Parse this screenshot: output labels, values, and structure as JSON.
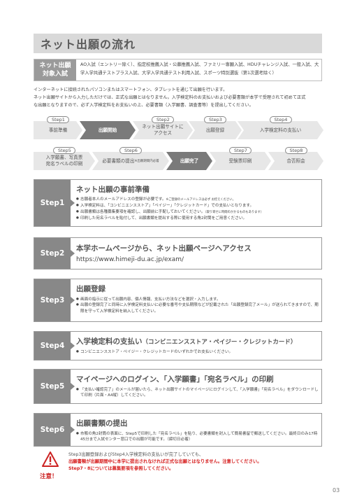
{
  "title": "ネット出願の流れ",
  "target": {
    "label_lines": [
      "ネット出願",
      "対象入試"
    ],
    "text": "AO入試（エントリー除く）、指定校推薦入試・公募推薦入試、ファミリー専願入試、HDUチャレンジ入試、一般入試、大学入学共通テストプラス入試、大学入学共通テスト利用入試、スポーツ特別選抜（第1次選考除く）"
  },
  "intro_lines": [
    "インターネットに接続されたパソコンまたはスマートフォン、タブレットを通じて出願を行います。",
    "ネット出願サイトから入力しただけでは、正式な出願とはなりません。入学検定料のお支払いおよび必要書類が本学で受理されて初めて正式",
    "な出願となりますので、必ず入学検定料をお支払いの上、必要書類（入学願書、調査書等）を提出してください。"
  ],
  "flow": {
    "row1": [
      {
        "step": "Step1",
        "label": "事前準備",
        "active": false
      },
      {
        "step": "",
        "label": "出願開始",
        "active": true
      },
      {
        "step": "Step2",
        "label": "ネット出願サイトに\nアクセス",
        "active": false
      },
      {
        "step": "Step3",
        "label": "出願登録",
        "active": false
      },
      {
        "step": "Step4",
        "label": "入学検定料の支払い",
        "active": false
      }
    ],
    "row2": [
      {
        "step": "Step5",
        "label": "入学願書、写真票\n宛名ラベルの印刷",
        "sub": "",
        "active": false
      },
      {
        "step": "Step6",
        "label": "必要書類の提出",
        "sub": "※出願期間内必着",
        "active": false
      },
      {
        "step": "",
        "label": "出願完了",
        "sub": "",
        "active": true
      },
      {
        "step": "Step7",
        "label": "受験票印刷",
        "sub": "",
        "active": false
      },
      {
        "step": "Step8",
        "label": "合否照会",
        "sub": "",
        "active": false
      }
    ]
  },
  "steps": [
    {
      "tab": "Step1",
      "title": "ネット出願の事前準備",
      "items": [
        {
          "text": "志願者本人のメールアドレスの登録が必要です。",
          "note": "※ご登録のメールアドレスは必ず お控えください。"
        },
        {
          "text": "入学検定料は、「コンビニエンスストア」「ペイジー」「クレジットカード」での支払いとなります。",
          "note": ""
        },
        {
          "text": "出願書類は各種募集要項を確認し、出願前に手配しておいてください。",
          "note": "（取り寄せに時間のかかるものもあります）"
        },
        {
          "text": "印刷した宛名ラベルを貼付して、出願書類を提出する際に使用する角2封筒をご用意ください。",
          "note": ""
        }
      ]
    },
    {
      "tab": "Step2",
      "title": "本学ホームページから、ネット出願ページへアクセス",
      "url": "https://www.himeji-du.ac.jp/exam/"
    },
    {
      "tab": "Step3",
      "title": "出願登録",
      "items": [
        {
          "text": "画面の指示に従って出願内容、個人情報、支払い方法などを選択・入力します。",
          "note": ""
        },
        {
          "text": "出願の登録完了と同時に入学検定料支払いに必要な番号や支払期限などが記載された「出願登録完了メール」が送られてきますので、期限を守って入学検定料を納入してください。",
          "note": ""
        }
      ]
    },
    {
      "tab": "Step4",
      "title": "入学検定料の支払い",
      "title_paren": "（コンビニエンスストア・ペイジー・クレジットカード）",
      "items": [
        {
          "text": "コンビニエンスストア・ペイジー・クレジットカードのいずれかでお支払いください。",
          "note": ""
        }
      ]
    },
    {
      "tab": "Step5",
      "title": "マイページへのログイン、「入学願書」「宛名ラベル」の印刷",
      "items": [
        {
          "text": "「支払い確認完了」のメールが届いたら、ネット出願サイトのマイページにログインして、「入学願書」「宛名ラベル」をダウンロードして印刷（片面・A4縦）してください。",
          "note": ""
        }
      ]
    },
    {
      "tab": "Step6",
      "title": "出願書類の提出",
      "items": [
        {
          "text": "市販の角2封筒の表面に、Step5で印刷した「宛名ラベル」を貼り、必要書類を封入して簡易書留で郵送してください。最終日のみ17時45分まで入試センター窓口での出願が可能です。（締切日必着）",
          "note": ""
        }
      ]
    }
  ],
  "caution": {
    "label": "注意！",
    "normal": "Step3出願登録およびStep4入学検定料の支払いが完了していても、",
    "red1": "出願書類が出願期間中に本学に提出されなければ正式な出願とはなりません。注意してください。",
    "red2": "Step7・8については募集要項を参照してください。"
  },
  "page_number": "03"
}
